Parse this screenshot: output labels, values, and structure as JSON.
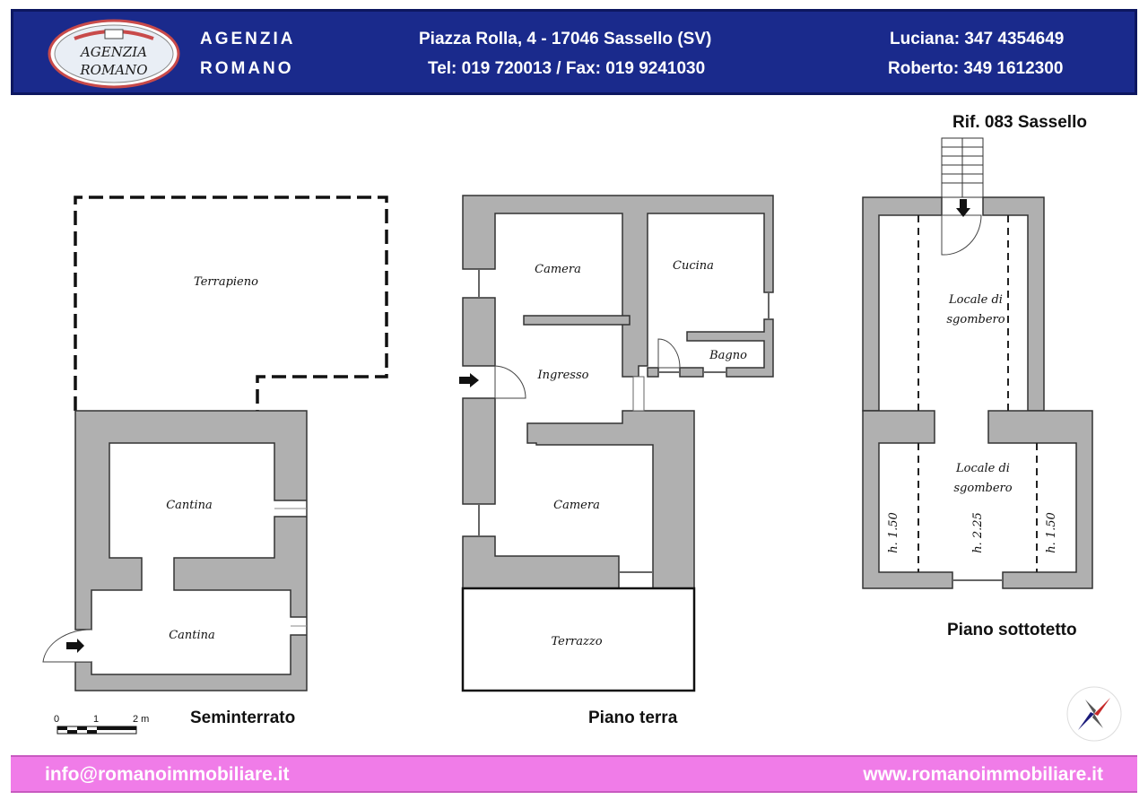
{
  "header": {
    "agency_line1": "AGENZIA",
    "agency_line2": "ROMANO",
    "address": "Piazza Rolla, 4 - 17046 Sassello (SV)",
    "phone_fax": "Tel: 019 720013 / Fax: 019 9241030",
    "contact1": "Luciana: 347 4354649",
    "contact2": "Roberto: 349 1612300",
    "logo_line1": "AGENZIA",
    "logo_line2": "ROMANO"
  },
  "reference": "Rif. 083  Sassello",
  "floors": {
    "basement": {
      "title": "Seminterrato",
      "rooms": [
        "Terrapieno",
        "Cantina",
        "Cantina"
      ]
    },
    "ground": {
      "title": "Piano terra",
      "rooms": [
        "Camera",
        "Cucina",
        "Ingresso",
        "Bagno",
        "Camera",
        "Terrazzo"
      ]
    },
    "attic": {
      "title": "Piano sottotetto",
      "rooms": [
        "Locale di",
        "sgombero",
        "Locale di",
        "sgombero"
      ],
      "heights": [
        "h. 1.50",
        "h. 2.25",
        "h. 1.50"
      ]
    }
  },
  "scale_bar": {
    "labels": [
      "0",
      "1",
      "2 m"
    ]
  },
  "footer": {
    "email": "info@romanoimmobiliare.it",
    "website": "www.romanoimmobiliare.it"
  },
  "colors": {
    "header_blue": "#1a2a8c",
    "footer_pink": "#f07ce8",
    "wall_gray": "#b0b0b0"
  }
}
